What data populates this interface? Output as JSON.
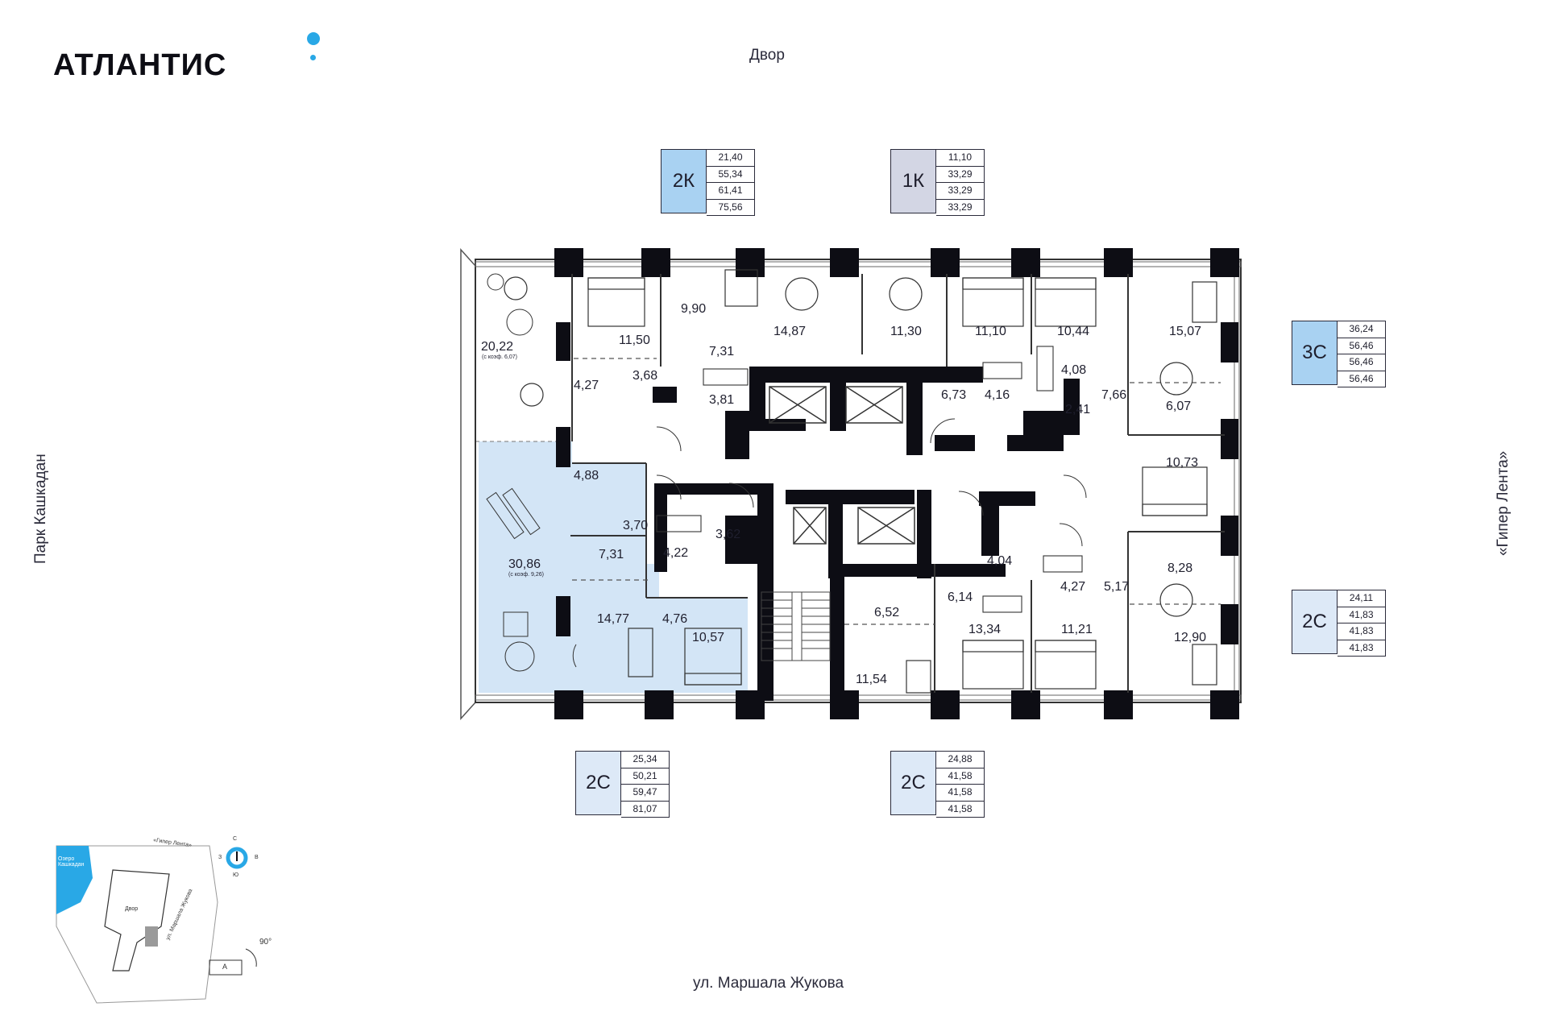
{
  "brand": {
    "name": "АТЛАНТИС",
    "accent_color": "#29a8e6"
  },
  "orientation_labels": {
    "top": "Двор",
    "bottom": "ул. Маршала Жукова",
    "left": "Парк Кашкадан",
    "right": "«Гипер Лента»"
  },
  "colors": {
    "apt_2k": "#a9d2f2",
    "apt_1k": "#d3d6e4",
    "apt_3c": "#a9d2f2",
    "apt_2c": "#dde9f7",
    "highlight_apartment": "#d3e5f6"
  },
  "apartments": [
    {
      "code": "2К",
      "values": [
        "21,40",
        "55,34",
        "61,41",
        "75,56"
      ]
    },
    {
      "code": "1К",
      "values": [
        "11,10",
        "33,29",
        "33,29",
        "33,29"
      ]
    },
    {
      "code": "3С",
      "values": [
        "36,24",
        "56,46",
        "56,46",
        "56,46"
      ]
    },
    {
      "code": "2С",
      "values": [
        "24,11",
        "41,83",
        "41,83",
        "41,83"
      ]
    },
    {
      "code": "2С",
      "values": [
        "25,34",
        "50,21",
        "59,47",
        "81,07"
      ]
    },
    {
      "code": "2С",
      "values": [
        "24,88",
        "41,58",
        "41,58",
        "41,58"
      ]
    }
  ],
  "rooms": {
    "r01": "20,22",
    "r01n": "(с коэф. 6,07)",
    "r02": "11,50",
    "r03": "9,90",
    "r04": "14,87",
    "r05": "11,30",
    "r06": "11,10",
    "r07": "10,44",
    "r08": "15,07",
    "r09": "7,31",
    "r10": "4,27",
    "r11": "3,68",
    "r12": "3,81",
    "r13": "6,73",
    "r14": "4,16",
    "r15": "4,08",
    "r16": "2,41",
    "r17": "7,66",
    "r18": "6,07",
    "r19": "10,73",
    "r20": "4,88",
    "r21": "30,86",
    "r21n": "(с коэф. 9,26)",
    "r22": "3,70",
    "r23": "7,31",
    "r24": "4,22",
    "r25": "3,62",
    "r26": "14,77",
    "r27": "4,76",
    "r28": "10,57",
    "r29": "6,52",
    "r30": "6,14",
    "r31": "4,04",
    "r32": "4,27",
    "r33": "5,17",
    "r34": "8,28",
    "r35": "11,54",
    "r36": "13,34",
    "r37": "11,21",
    "r38": "12,90"
  },
  "site_plan": {
    "compass": {
      "n": "С",
      "s": "Ю",
      "w": "З",
      "e": "В"
    },
    "rotation": "90°",
    "section": "А",
    "lake": "Озеро Кашкадан",
    "store": "«Гипер Лента»",
    "yard": "Двор",
    "street": "ул. Маршала Жукова"
  }
}
